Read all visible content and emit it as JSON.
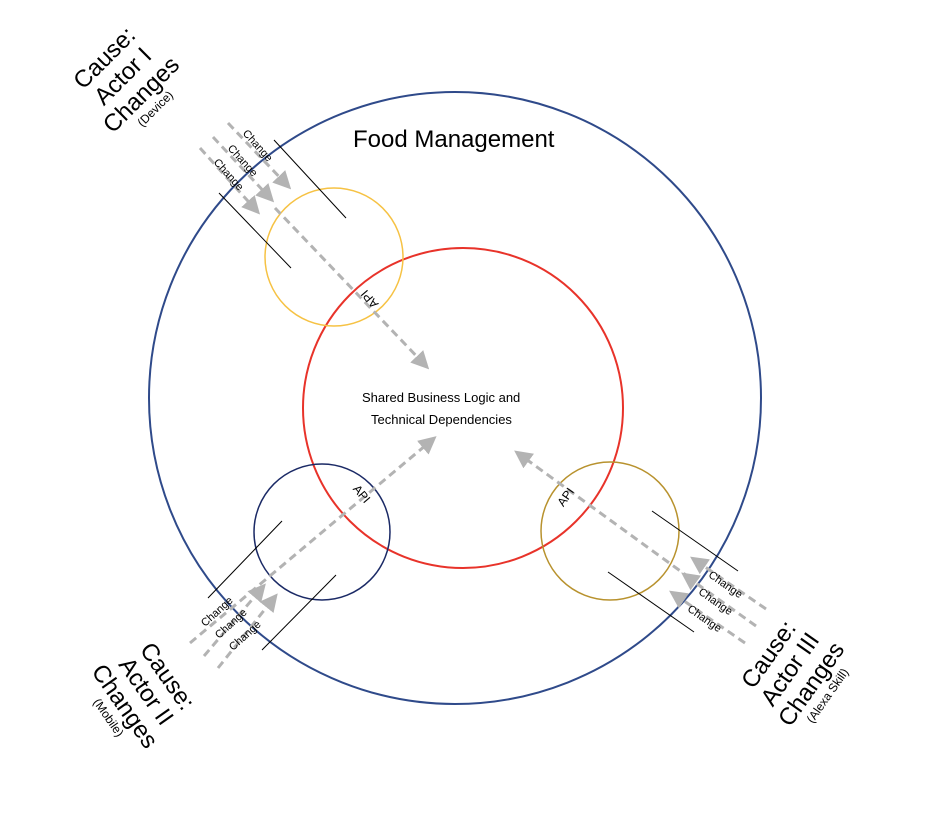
{
  "title": "Food Management",
  "core": {
    "line1": "Shared Business Logic and",
    "line2": "Technical Dependencies"
  },
  "api_label": "API",
  "change_label": "Change",
  "actors": [
    {
      "cause": "Cause:",
      "actor": "Actor I",
      "changes": "Changes",
      "detail": "(Device)",
      "circle_color": "#f6c244"
    },
    {
      "cause": "Cause:",
      "actor": "Actor II",
      "changes": "Changes",
      "detail": "(Mobile)",
      "circle_color": "#1b2a66"
    },
    {
      "cause": "Cause:",
      "actor": "Actor III",
      "changes": "Changes",
      "detail": "(Alexa Skill)",
      "circle_color": "#b8922e"
    }
  ],
  "colors": {
    "outer": "#2f4a8a",
    "core": "#e8332a",
    "arrow": "#b3b3b3"
  }
}
